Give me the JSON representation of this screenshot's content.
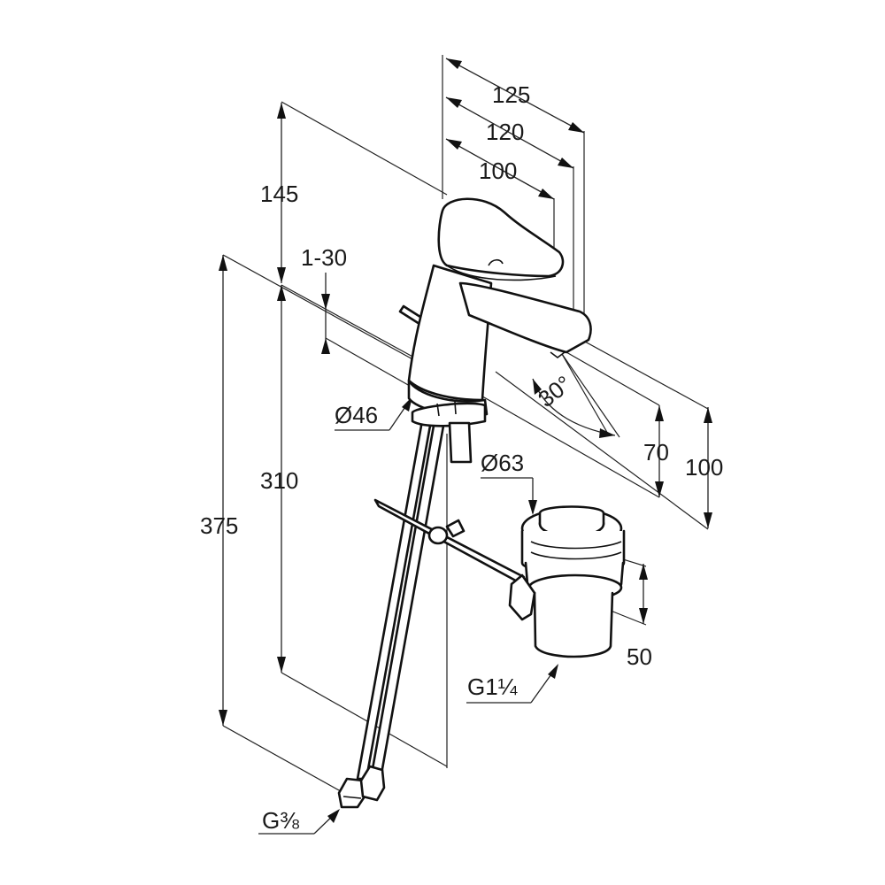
{
  "diagram": {
    "dimensions": {
      "top_125": "125",
      "top_120": "120",
      "top_100": "100",
      "height_145": "145",
      "range_1_30": "1-30",
      "height_310": "310",
      "height_375": "375",
      "dia_46": "Ø46",
      "angle_30": "30°",
      "height_70": "70",
      "height_100": "100",
      "dia_63": "Ø63",
      "height_50": "50",
      "thread_g114": "G1¼",
      "thread_g38": "G⅜"
    }
  }
}
